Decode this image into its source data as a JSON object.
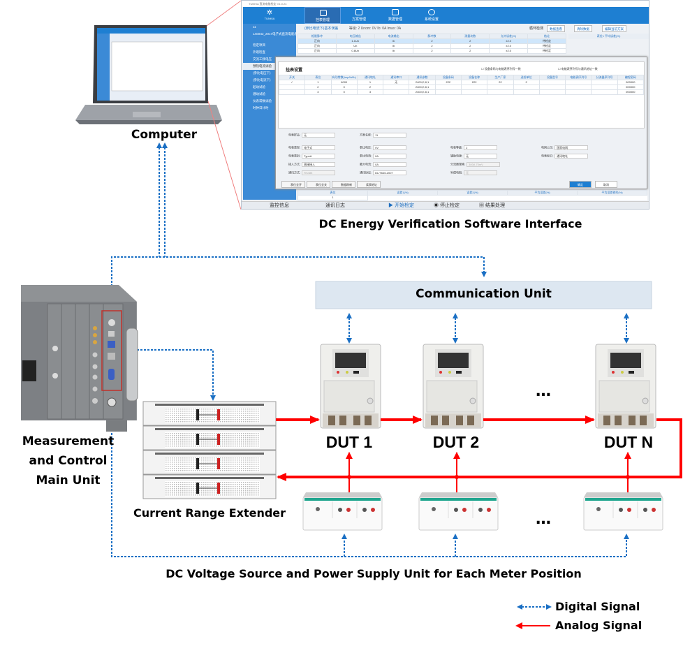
{
  "labels": {
    "computer": "Computer",
    "software": "DC Energy Verification Software Interface",
    "communication_unit": "Communication Unit",
    "main_unit_line1": "Measurement",
    "main_unit_line2": "and Control",
    "main_unit_line3": "Main Unit",
    "range_extender": "Current Range Extender",
    "dut1": "DUT 1",
    "dut2": "DUT 2",
    "dutn": "DUT N",
    "ellipsis": "…",
    "voltage_source": "DC Voltage Source and Power Supply Unit for Each Meter Position"
  },
  "legend": {
    "digital": "Digital Signal",
    "analog": "Analog Signal"
  },
  "colors": {
    "digital": "#1a6fc4",
    "analog": "#ff0000",
    "comm_unit_fill": "#dde7f1",
    "software_accent": "#1e7fd2"
  },
  "software": {
    "window_title": "TUNKIA 直流电能检定 V1.0.24",
    "logo": "TUNKIA",
    "tabs": [
      "挂表管理",
      "方案管理",
      "数据管理",
      "系统设置"
    ],
    "sidebar": [
      "11",
      "JJG842_2017电子式直流电能表检定规程",
      "检定项目",
      "外观检查",
      "交流工频电压",
      "预热电流试验",
      "(参比电压下)",
      "(参比电流下)",
      "起动试验",
      "潜动试验",
      "仪表常数试验",
      "时钟日计时"
    ],
    "section_title": "(参比电流下)基本误差",
    "params": "等级: 2  Unom: 0V  Ib: 0A  Imax: 0A",
    "loop_check": "循环检测",
    "buttons": [
      "数据查看",
      "清除数据",
      "编辑当前方案"
    ],
    "main_table": {
      "headers": [
        "相限脉冲",
        "电压输出",
        "电流输出",
        "脉冲数",
        "测量次数",
        "允许误差(%)",
        "结论"
      ],
      "rows": [
        [
          "正向",
          "1.1Un",
          "Ib",
          "2",
          "2",
          "±2.0",
          "待检定"
        ],
        [
          "正向",
          "Un",
          "Ib",
          "2",
          "2",
          "±2.0",
          "待检定"
        ],
        [
          "正向",
          "0.8Un",
          "Ib",
          "2",
          "2",
          "±2.0",
          "待检定"
        ]
      ]
    },
    "right_header": "表位1 平均误差(%)",
    "dialog": {
      "title": "挂表设置",
      "check1": "设备条码与电能表序列号一致",
      "check2": "电能表序列号与通讯地址一致",
      "headers": [
        "开关",
        "表位",
        "有功常数(imp/kWh)",
        "通讯地址",
        "通讯串口",
        "通讯参数",
        "设备条码",
        "设备名称",
        "生产厂家",
        "送检单位",
        "设备型号",
        "电能表序列号",
        "分流器序列号",
        "编程密码"
      ],
      "rows": [
        [
          "✓",
          "1",
          "6000",
          "1",
          "无",
          "2400,E,8,1",
          "222",
          "222",
          "22",
          "2",
          "",
          "",
          "",
          "000000"
        ],
        [
          "",
          "2",
          "0",
          "2",
          "",
          "2400,E,8,1",
          "",
          "",
          "",
          "",
          "",
          "",
          "",
          "000000"
        ],
        [
          "",
          "3",
          "0",
          "3",
          "",
          "2400,E,8,1",
          "",
          "",
          "",
          "",
          "",
          "",
          "",
          "000000"
        ]
      ],
      "sample_label": "电表样品:",
      "sample_value": "无",
      "scheme_label": "方案名称:",
      "scheme_value": "11",
      "form": [
        [
          "电表类型:",
          "电子式",
          "参比电压:",
          "0V",
          "电表等级:",
          "2",
          "电网公司:",
          "国家电网"
        ],
        [
          "电表类别:",
          "TypeA",
          "参比电流:",
          "0A",
          "辅助电源:",
          "无",
          "电表标识:",
          "通讯地址"
        ],
        [
          "接入方式:",
          "直接接入",
          "最大电流:",
          "0A",
          "分流器规格:",
          "300A 75mV",
          "",
          ""
        ],
        [
          "通讯方式:",
          "RS485",
          "通讯协议:",
          "DL/T645-2007",
          "补偿电阻:",
          "无",
          "",
          ""
        ]
      ],
      "action_buttons": [
        "表位全开",
        "表位全关",
        "数据刷新",
        "读表地址"
      ],
      "confirm": "确定",
      "cancel": "取消"
    },
    "bottom": [
      "监控信息",
      "通讯日志",
      "开始检定",
      "停止检定",
      "结果处理"
    ],
    "bottom_table": {
      "headers": [
        "表位",
        "误差1(%)",
        "误差2(%)",
        "平均误差(%)",
        "平均误差修约(%)"
      ],
      "row": [
        "1"
      ]
    }
  }
}
